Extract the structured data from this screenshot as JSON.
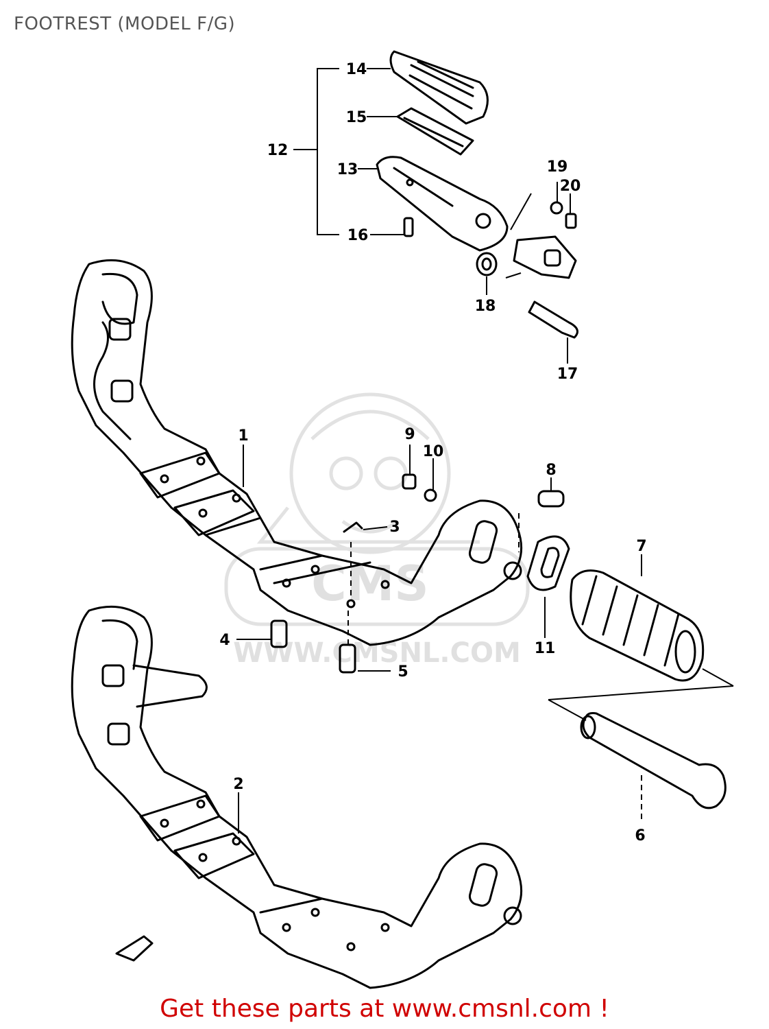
{
  "page": {
    "title": "FOOTREST (MODEL F/G)",
    "footer": "Get these parts at www.cmsnl.com !",
    "watermark": "WWW.CMSNL.COM",
    "watermark_logo": "CMS"
  },
  "parts": {
    "p1": "1",
    "p2": "2",
    "p3": "3",
    "p4": "4",
    "p5": "5",
    "p6": "6",
    "p7": "7",
    "p8": "8",
    "p9": "9",
    "p10": "10",
    "p11": "11",
    "p12": "12",
    "p13": "13",
    "p14": "14",
    "p15": "15",
    "p16": "16",
    "p17": "17",
    "p18": "18",
    "p19": "19",
    "p20": "20"
  },
  "colors": {
    "line": "#000000",
    "watermark": "#e0e0e0",
    "footer": "#d00000",
    "title": "#555555"
  }
}
